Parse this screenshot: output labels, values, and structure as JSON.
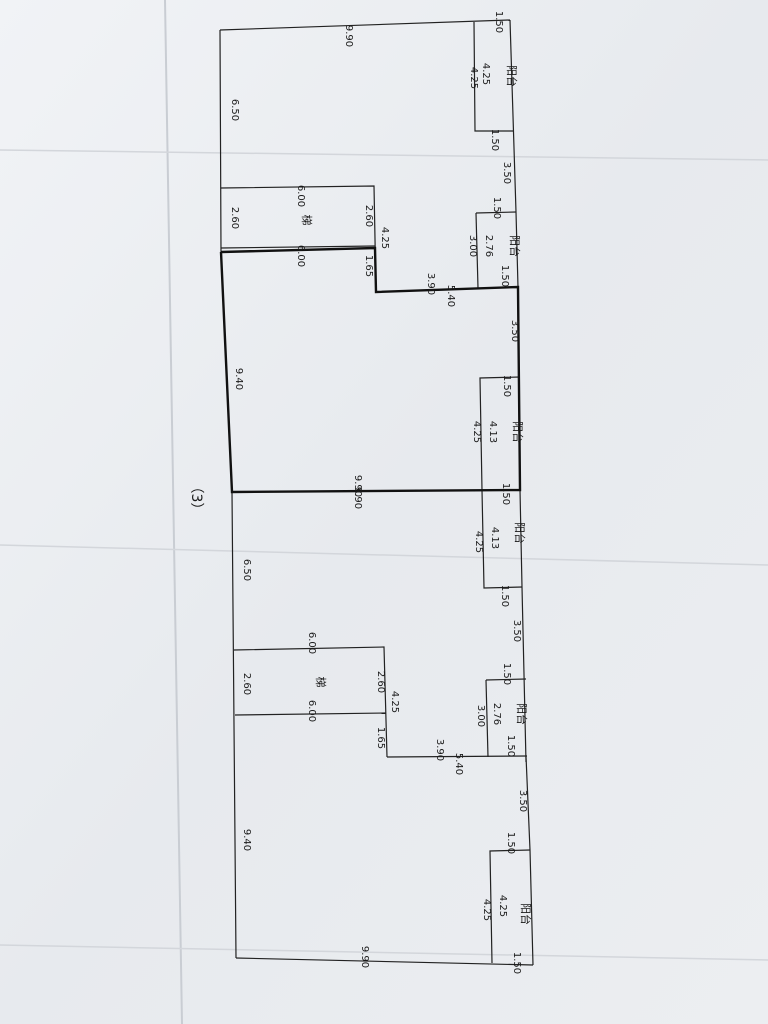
{
  "page_label": "（3）",
  "labels": {
    "balcony": "阳台",
    "stair": "梯"
  },
  "dims": {
    "top_width": "9.90",
    "top_balcony_depth": "1.50",
    "top_balcony_len": "4.25",
    "top_balcony_len_inner": "4.25",
    "top_balcony_base": "1.50",
    "top_left_side": "6.50",
    "top_right_gap": "3.50",
    "stair1_top": "6.00",
    "stair1_left": "2.60",
    "stair1_right": "2.60",
    "stair1_bottom": "6.00",
    "right_step_a": "4.25",
    "right_step_b": "1.65",
    "bal2_top": "1.50",
    "bal2_a": "2.76",
    "bal2_b": "3.00",
    "bal2_bottom": "1.50",
    "notch_a": "3.90",
    "notch_b": "5.40",
    "mid_right_gap": "3.50",
    "mid_left_side": "9.40",
    "bal3_top": "1.50",
    "bal3_a": "4.13",
    "bal3_b": "4.25",
    "center_width_a": "9.90",
    "center_width_b": "9.90",
    "center_balcony_depth": "1.50",
    "bal4_a": "4.13",
    "bal4_b": "4.25",
    "bal4_bottom": "1.50",
    "lower_left_side": "6.50",
    "lower_right_gap": "3.50",
    "stair2_top": "6.00",
    "stair2_left": "2.60",
    "stair2_right": "2.60",
    "stair2_bottom": "6.00",
    "right_step2_a": "4.25",
    "right_step2_b": "1.65",
    "bal5_top": "1.50",
    "bal5_a": "2.76",
    "bal5_b": "3.00",
    "bal5_bottom": "1.50",
    "notch2_a": "3.90",
    "notch2_b": "5.40",
    "bottom_right_gap": "3.50",
    "bottom_left_side": "9.40",
    "bal6_top": "1.50",
    "bal6_a": "4.25",
    "bal6_b": "4.25",
    "bottom_width": "9.90",
    "bottom_balcony_depth": "1.50"
  },
  "colors": {
    "paper": "#eef0f4",
    "line": "#222222",
    "text": "#1a1a1a"
  }
}
